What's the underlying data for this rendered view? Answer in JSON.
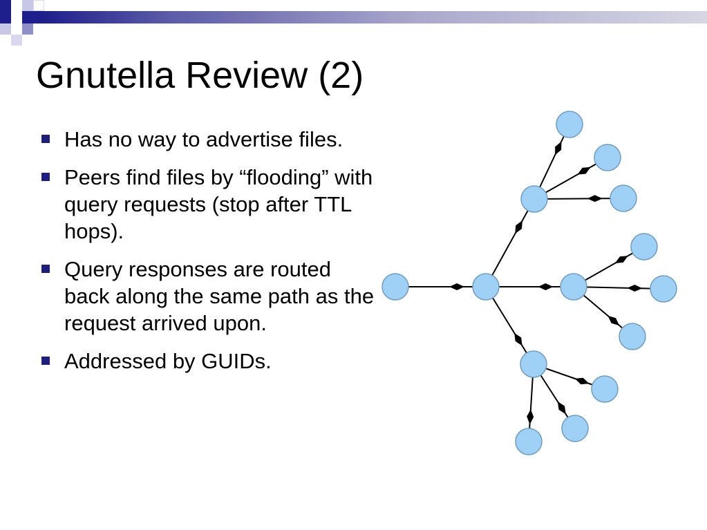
{
  "slide": {
    "title": "Gnutella Review (2)",
    "bullets": [
      "Has no way to advertise files.",
      "Peers find files by “flooding” with query requests (stop after TTL hops).",
      "Query responses are routed back along the same path as the request arrived upon.",
      "Addressed by GUIDs."
    ]
  },
  "theme": {
    "node_fill": "#9fd0f5",
    "node_stroke": "#6f9dc2",
    "edge_color": "#000000",
    "bullet_color": "#1e1e7c",
    "header_dark": "#1e1e8c",
    "header_light": "#d6d6e4"
  },
  "diagram": {
    "type": "flooding-tree",
    "node_count": 14,
    "edge_count": 13
  }
}
